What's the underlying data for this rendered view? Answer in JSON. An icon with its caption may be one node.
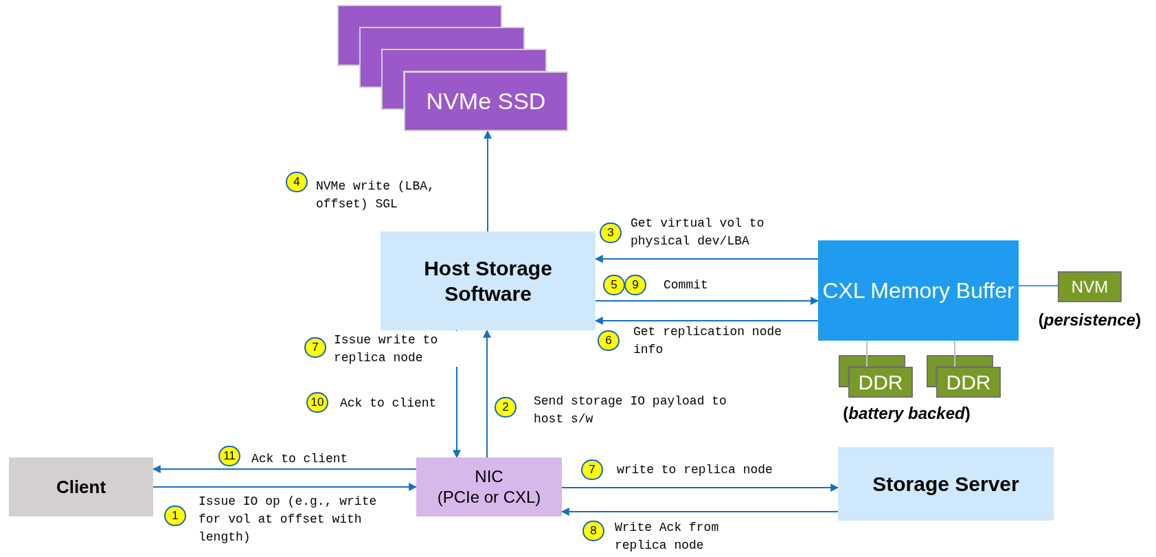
{
  "diagram": {
    "nodes": [
      {
        "text": [
          "NVMe SSD"
        ]
      },
      {
        "text": [
          "Host Storage Software"
        ]
      },
      {
        "text": [
          "CXL Memory Buffer"
        ]
      },
      {
        "text": [
          "NVM"
        ],
        "beside": [
          "(*persistence*)"
        ]
      },
      {
        "text": [
          "DDR"
        ]
      },
      {
        "text": [
          "DDR"
        ]
      },
      {
        "text": [
          "Client"
        ]
      },
      {
        "text": [
          "NIC",
          "(PCIe or CXL)"
        ]
      },
      {
        "text": [
          "Storage Server"
        ]
      }
    ],
    "edges": [
      {
        "from": 1,
        "to": 0,
        "arrow": "to",
        "label": "NVMe write (LBA, offset) SGL"
      },
      {
        "from": 2,
        "to": 1,
        "arrow": "to",
        "label": "Get virtual vol to physical dev/LBA"
      },
      {
        "from": 1,
        "to": 2,
        "arrow": "to",
        "label": "Commit"
      },
      {
        "from": 2,
        "to": 1,
        "arrow": "to",
        "label": "Get replication node info"
      },
      {
        "from": 1,
        "to": 7,
        "arrow": "to",
        "label": "Issue write to replica node"
      },
      {
        "from": 7,
        "to": 1,
        "arrow": "to",
        "label": "Send storage IO payload to host s/w"
      },
      {
        "from": 7,
        "to": 6,
        "arrow": "to",
        "label": "Ack to client"
      },
      {
        "from": 6,
        "to": 7,
        "arrow": "to",
        "label": "Issue IO op (e.g., write for vol at offset with length)"
      },
      {
        "from": 7,
        "to": 8,
        "arrow": "to",
        "label": "write to replica node"
      },
      {
        "from": 8,
        "to": 7,
        "arrow": "to",
        "label": "Write Ack from replica node"
      },
      {
        "from": 2,
        "to": 3,
        "arrow": "none",
        "color": "#3a9ee0"
      },
      {
        "from": 2,
        "to": 4,
        "arrow": "none",
        "color": "#c0c0c0"
      },
      {
        "from": 2,
        "to": 5,
        "arrow": "none",
        "color": "#c0c0c0"
      }
    ],
    "labels": [
      "4",
      "3",
      "5",
      "9",
      "6",
      "7",
      "10",
      "Ack to client",
      "2",
      "(*battery backed*)",
      "11",
      "7",
      "1",
      "8"
    ]
  }
}
